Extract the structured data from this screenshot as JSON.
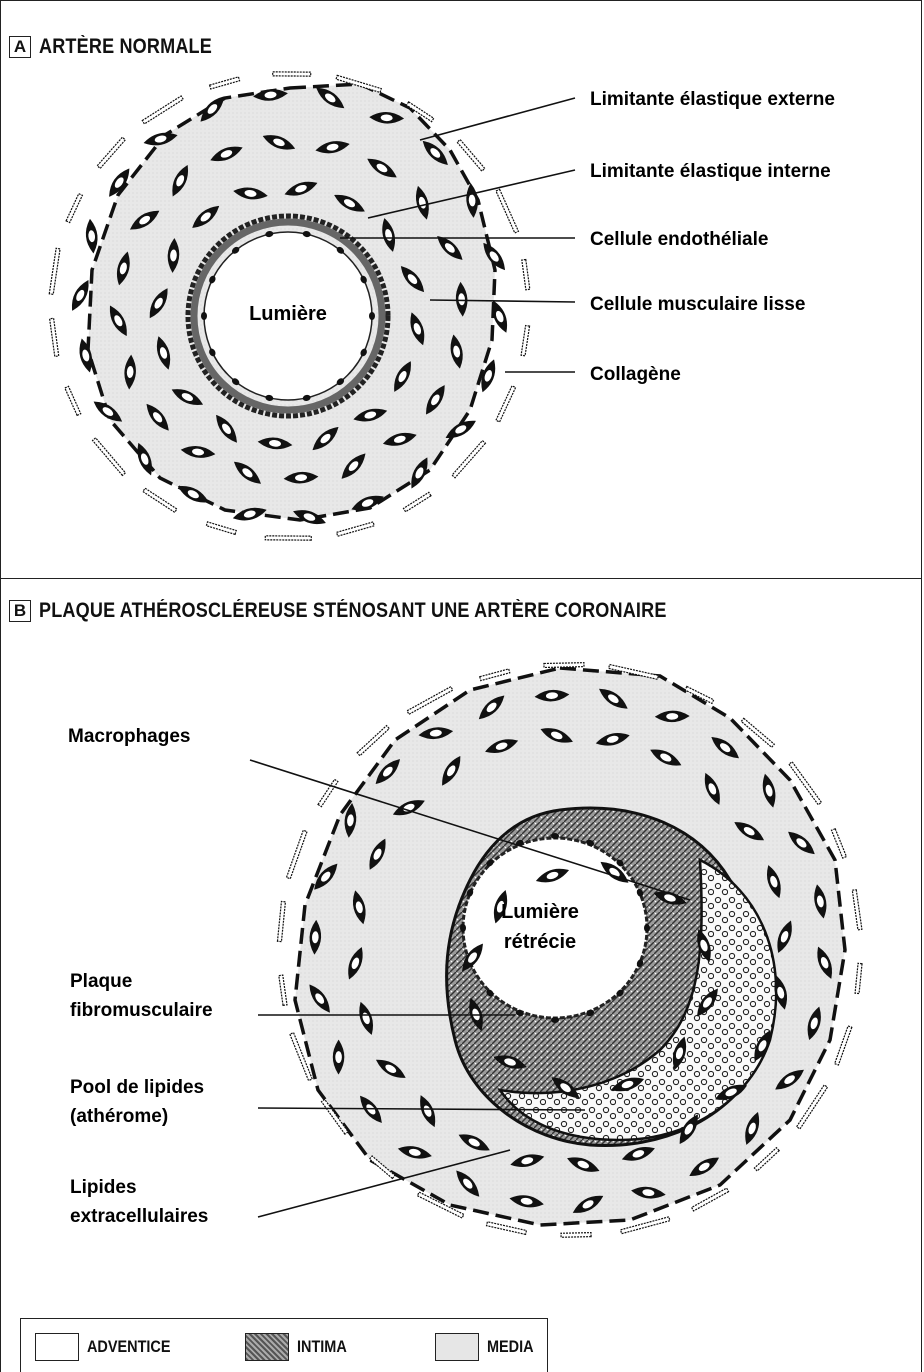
{
  "panel_a": {
    "letter": "A",
    "title": "ARTÈRE NORMALE",
    "lumen_label": "Lumière",
    "labels": [
      "Limitante élastique externe",
      "Limitante élastique interne",
      "Cellule endothéliale",
      "Cellule musculaire lisse",
      "Collagène"
    ]
  },
  "panel_b": {
    "letter": "B",
    "title": "PLAQUE ATHÉROSCLÉREUSE STÉNOSANT UNE ARTÈRE CORONAIRE",
    "lumen_label_line1": "Lumière",
    "lumen_label_line2": "rétrécie",
    "labels": [
      {
        "line1": "Macrophages",
        "line2": ""
      },
      {
        "line1": "Plaque",
        "line2": "fibromusculaire"
      },
      {
        "line1": "Pool de lipides",
        "line2": "(athérome)"
      },
      {
        "line1": "Lipides",
        "line2": "extracellulaires"
      }
    ]
  },
  "legend": [
    {
      "label": "ADVENTICE",
      "color": "#ffffff"
    },
    {
      "label": "INTIMA",
      "color": "#8a8a8a"
    },
    {
      "label": "MEDIA",
      "color": "#e6e6e6"
    }
  ]
}
